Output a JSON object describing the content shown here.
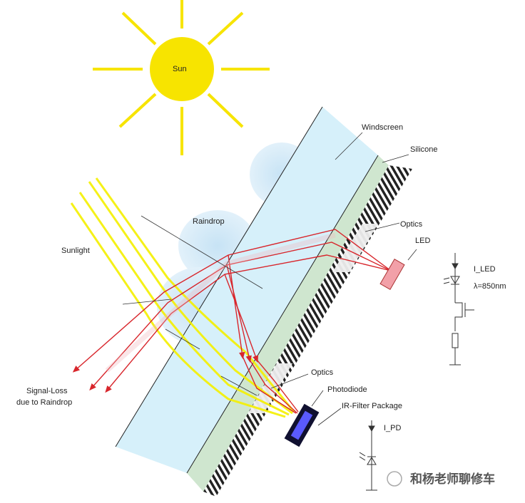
{
  "labels": {
    "sun": "Sun",
    "windscreen": "Windscreen",
    "silicone": "Silicone",
    "raindrop": "Raindrop",
    "sunlight": "Sunlight",
    "optics_top": "Optics",
    "led": "LED",
    "i_led": "I_LED",
    "wavelength": "λ=850nm",
    "signal_loss_1": "Signal-Loss",
    "signal_loss_2": "due to Raindrop",
    "optics_bottom": "Optics",
    "photodiode": "Photodiode",
    "ir_filter": "IR-Filter Package",
    "i_pd": "I_PD"
  },
  "watermark": "和杨老师聊修车",
  "colors": {
    "sun": "#f7e400",
    "glass": "#d6f0fa",
    "silicone": "#cfe6cf",
    "led_ray": "#d8262c",
    "sun_ray": "#f5f000",
    "photodiode": "#101030",
    "photodiode_window": "#5a5aff",
    "led": "#f2a0a8"
  }
}
